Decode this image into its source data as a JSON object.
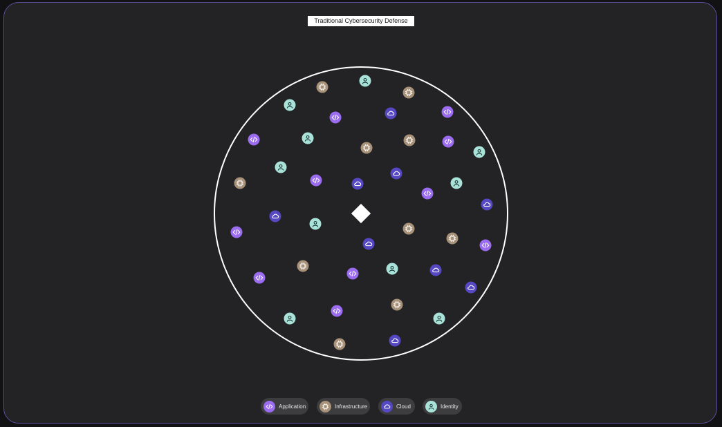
{
  "title": "Traditional Cybersecurity Defense",
  "colors": {
    "background": "#232325",
    "frame_border": "#5a4f9a",
    "circle_stroke": "#ffffff",
    "core": "#ffffff",
    "application": "#9b6cf0",
    "infrastructure": "#a79178",
    "cloud": "#5548c2",
    "identity": "#a9e2d8"
  },
  "categories": [
    {
      "key": "application",
      "label": "Application",
      "icon": "code-icon"
    },
    {
      "key": "infrastructure",
      "label": "Infrastructure",
      "icon": "chip-icon"
    },
    {
      "key": "cloud",
      "label": "Cloud",
      "icon": "cloud-icon"
    },
    {
      "key": "identity",
      "label": "Identity",
      "icon": "user-icon"
    }
  ],
  "core": {
    "icon": "diamond-icon"
  }
}
